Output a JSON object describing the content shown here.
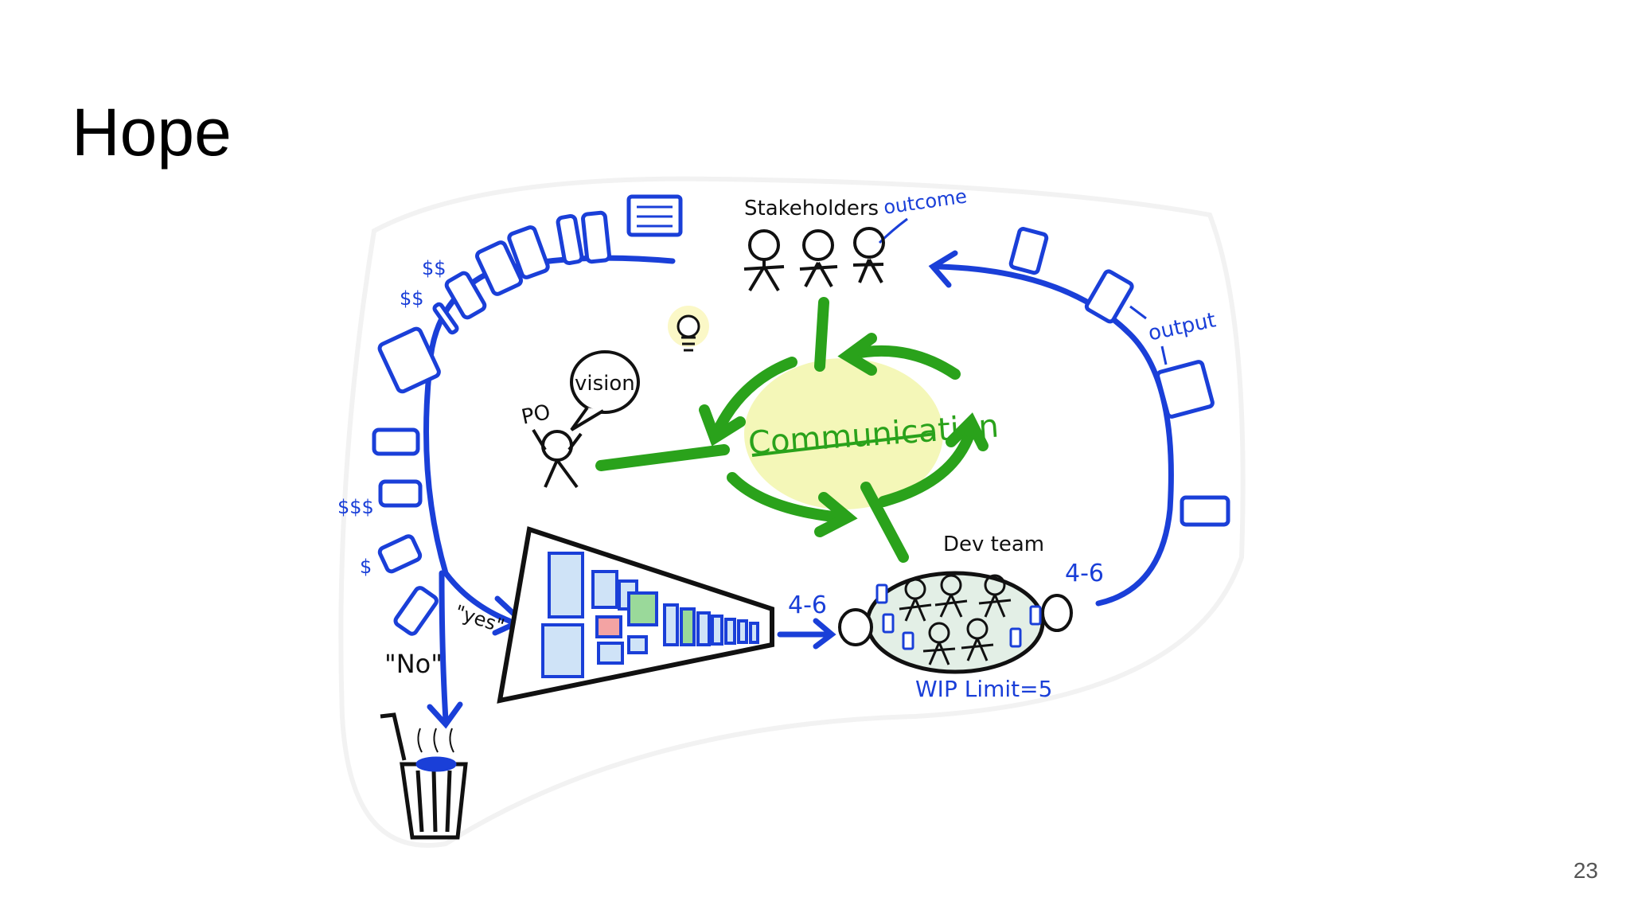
{
  "slide": {
    "title": "Hope",
    "page_number": "23"
  },
  "labels": {
    "stakeholders": "Stakeholders",
    "outcome": "outcome",
    "output": "output",
    "vision": "vision",
    "po": "PO",
    "communication": "Communication",
    "dev_team": "Dev team",
    "wip_limit": "WIP Limit=5",
    "flow_in": "4-6",
    "flow_out": "4-6",
    "yes": "\"yes\"",
    "no": "\"No\"",
    "money_1": "$$",
    "money_2": "$$",
    "money_3": "$$$",
    "money_4": "$"
  },
  "colors": {
    "blue": "#1a3fd8",
    "green": "#2aa21b",
    "yellow_glow": "#f4f7b8",
    "ink": "#111111",
    "backlog_fill": "#cfe3f7",
    "red_item": "#f3a3a3",
    "green_item": "#9ad99a",
    "team_fill": "#e3efe6"
  }
}
